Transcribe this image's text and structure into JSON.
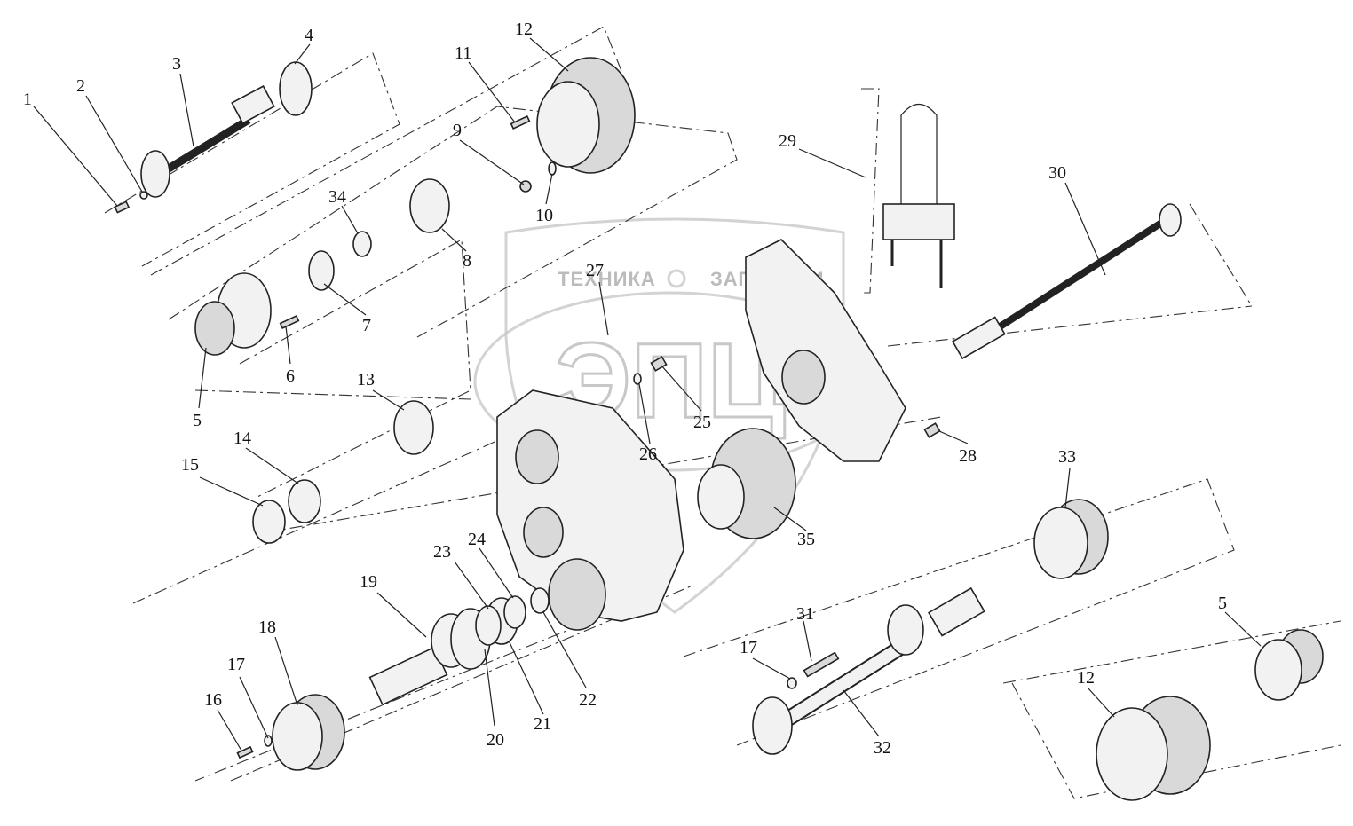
{
  "watermark": {
    "left_text": "ТЕХНИКА",
    "right_text": "ЗАПЧАСТИ",
    "logo_text": "ЭПЦ"
  },
  "callouts": [
    {
      "id": "1",
      "label": "1"
    },
    {
      "id": "2",
      "label": "2"
    },
    {
      "id": "3",
      "label": "3"
    },
    {
      "id": "4",
      "label": "4"
    },
    {
      "id": "5a",
      "label": "5"
    },
    {
      "id": "5b",
      "label": "5"
    },
    {
      "id": "6",
      "label": "6"
    },
    {
      "id": "7",
      "label": "7"
    },
    {
      "id": "8",
      "label": "8"
    },
    {
      "id": "9",
      "label": "9"
    },
    {
      "id": "10",
      "label": "10"
    },
    {
      "id": "11",
      "label": "11"
    },
    {
      "id": "12a",
      "label": "12"
    },
    {
      "id": "12b",
      "label": "12"
    },
    {
      "id": "13",
      "label": "13"
    },
    {
      "id": "14",
      "label": "14"
    },
    {
      "id": "15",
      "label": "15"
    },
    {
      "id": "16",
      "label": "16"
    },
    {
      "id": "17a",
      "label": "17"
    },
    {
      "id": "17b",
      "label": "17"
    },
    {
      "id": "18",
      "label": "18"
    },
    {
      "id": "19",
      "label": "19"
    },
    {
      "id": "20",
      "label": "20"
    },
    {
      "id": "21",
      "label": "21"
    },
    {
      "id": "22",
      "label": "22"
    },
    {
      "id": "23",
      "label": "23"
    },
    {
      "id": "24",
      "label": "24"
    },
    {
      "id": "25",
      "label": "25"
    },
    {
      "id": "26",
      "label": "26"
    },
    {
      "id": "27",
      "label": "27"
    },
    {
      "id": "28",
      "label": "28"
    },
    {
      "id": "29",
      "label": "29"
    },
    {
      "id": "30",
      "label": "30"
    },
    {
      "id": "31",
      "label": "31"
    },
    {
      "id": "32",
      "label": "32"
    },
    {
      "id": "33",
      "label": "33"
    },
    {
      "id": "34",
      "label": "34"
    },
    {
      "id": "35",
      "label": "35"
    }
  ]
}
